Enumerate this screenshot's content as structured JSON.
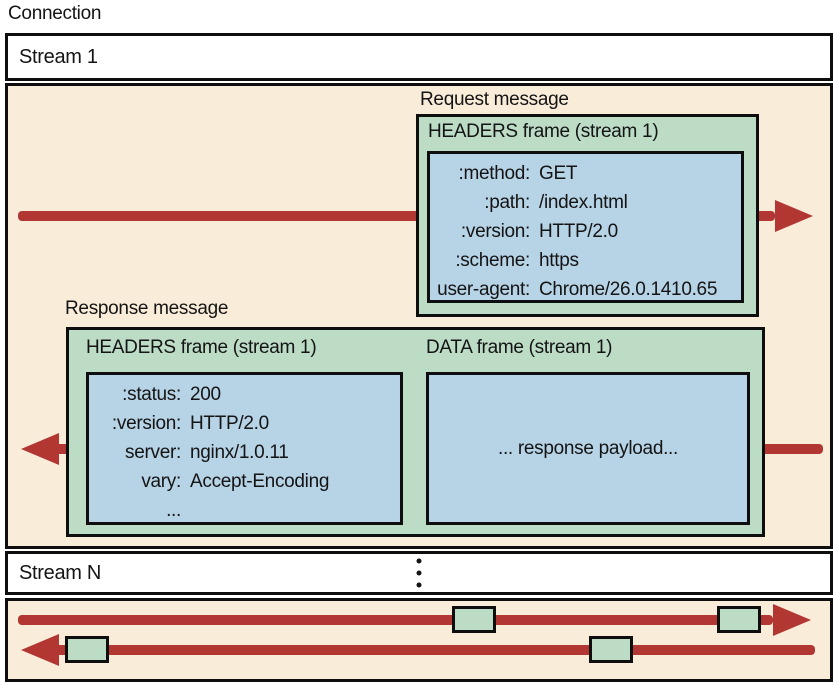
{
  "page": {
    "title": "Connection"
  },
  "colors": {
    "background_cream": "#f9edda",
    "frame_green": "#bcdcc6",
    "frame_blue": "#b7d3e6",
    "arrow_red": "#b23733",
    "border_black": "#0e0e0e",
    "bar_white": "#ffffff"
  },
  "stream1": {
    "label": "Stream 1",
    "request": {
      "label": "Request message",
      "frame_title": "HEADERS frame (stream 1)",
      "headers": [
        {
          "key": ":method:",
          "value": "GET"
        },
        {
          "key": ":path:",
          "value": "/index.html"
        },
        {
          "key": ":version:",
          "value": "HTTP/2.0"
        },
        {
          "key": ":scheme:",
          "value": "https"
        },
        {
          "key": "user-agent:",
          "value": "Chrome/26.0.1410.65"
        }
      ]
    },
    "response": {
      "label": "Response message",
      "headers_frame_title": "HEADERS frame (stream 1)",
      "data_frame_title": "DATA frame (stream 1)",
      "headers": [
        {
          "key": ":status:",
          "value": "200"
        },
        {
          "key": ":version:",
          "value": "HTTP/2.0"
        },
        {
          "key": "server:",
          "value": "nginx/1.0.11"
        },
        {
          "key": "vary:",
          "value": "Accept-Encoding"
        }
      ],
      "ellipsis": "...",
      "data_payload": "... response payload..."
    }
  },
  "streamN": {
    "label": "Stream N",
    "ellipsis_icon": "⋮"
  }
}
